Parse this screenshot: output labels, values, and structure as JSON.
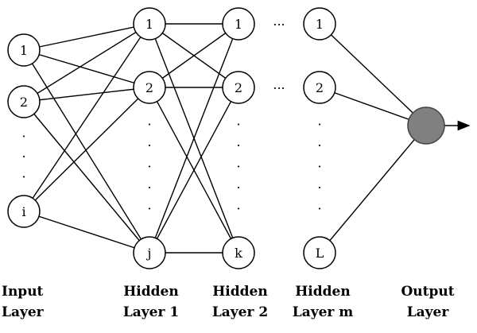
{
  "colors": {
    "line": "#000000",
    "node_fill": "#ffffff",
    "output_fill": "#808080"
  },
  "layers": [
    {
      "key": "input",
      "label_line1": "Input",
      "label_line2": "Layer",
      "nodes": [
        "1",
        "2",
        "i"
      ]
    },
    {
      "key": "hidden1",
      "label_line1": "Hidden",
      "label_line2": "Layer 1",
      "nodes": [
        "1",
        "2",
        "j"
      ]
    },
    {
      "key": "hidden2",
      "label_line1": "Hidden",
      "label_line2": "Layer 2",
      "nodes": [
        "1",
        "2",
        "k"
      ]
    },
    {
      "key": "hiddenm",
      "label_line1": "Hidden",
      "label_line2": "Layer m",
      "nodes": [
        "1",
        "2",
        "L"
      ]
    },
    {
      "key": "output",
      "label_line1": "Output",
      "label_line2": "Layer",
      "nodes": []
    }
  ],
  "ellipsis": "...",
  "vertical_dot": "·"
}
